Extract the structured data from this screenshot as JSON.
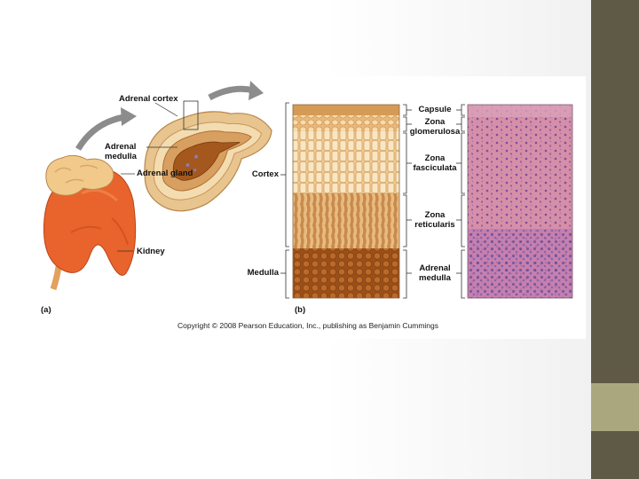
{
  "colors": {
    "sidebar_dark": "#5f5a45",
    "sidebar_light": "#aaa67e",
    "kidney": "#e8642c",
    "adrenal_gland": "#f1c98a",
    "medulla_tissue": "#a4581d",
    "histology_pink": "#c97d98",
    "histology_purple": "#6c4e9a"
  },
  "figure": {
    "panel_a": {
      "tag": "(a)",
      "labels": {
        "adrenal_cortex": "Adrenal cortex",
        "adrenal_medulla": "Adrenal medulla",
        "adrenal_gland": "Adrenal gland",
        "kidney": "Kidney"
      }
    },
    "panel_b": {
      "tag": "(b)",
      "labels": {
        "cortex": "Cortex",
        "medulla": "Medulla",
        "capsule": "Capsule",
        "zona_glomerulosa": "Zona glomerulosa",
        "zona_fasciculata": "Zona fasciculata",
        "zona_reticularis": "Zona reticularis",
        "adrenal_medulla": "Adrenal medulla"
      }
    },
    "copyright": "Copyright © 2008 Pearson Education, Inc., publishing as Benjamin Cummings"
  }
}
